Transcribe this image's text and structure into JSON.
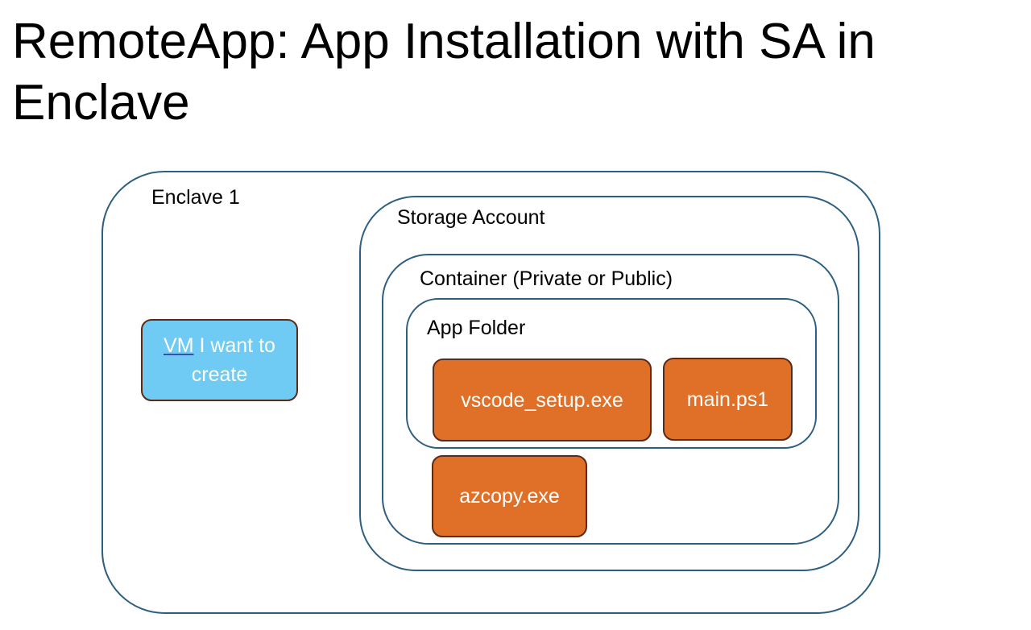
{
  "title": "RemoteApp: App Installation with SA in Enclave",
  "diagram": {
    "enclave": {
      "label": "Enclave 1"
    },
    "storage_account": {
      "label": "Storage Account"
    },
    "container": {
      "label": "Container (Private or Public)"
    },
    "app_folder": {
      "label": "App Folder"
    },
    "vm": {
      "label_word": "VM",
      "label_rest": " I want to",
      "label_line2": "create"
    },
    "files": {
      "vscode": "vscode_setup.exe",
      "main": "main.ps1",
      "azcopy": "azcopy.exe"
    }
  },
  "colors": {
    "box_border": "#2e5f80",
    "file_fill": "#e07028",
    "vm_fill": "#6fcaf4",
    "node_border": "#5a2b16"
  }
}
